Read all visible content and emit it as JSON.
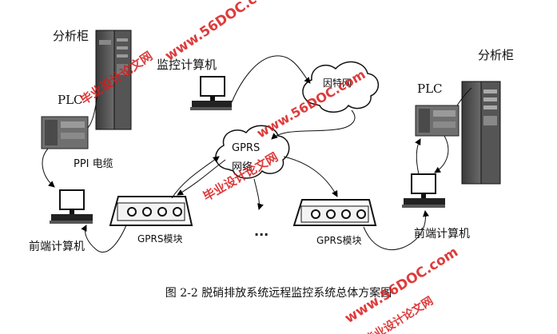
{
  "labels": {
    "cabinet_left": "分析柜",
    "cabinet_right": "分析柜",
    "monitor_pc": "监控计算机",
    "plc_left": "PLC",
    "plc_right": "PLC",
    "internet": "因特网",
    "gprs_net_line1": "GPRS",
    "gprs_net_line2": "网络",
    "ppi_cable": "PPI 电缆",
    "ellipsis": "···",
    "gprs_module_left": "GPRS模块",
    "gprs_module_right": "GPRS模块",
    "frontend_pc_left": "前端计算机",
    "frontend_pc_right": "前端计算机"
  },
  "caption": "图 2-2  脱硝排放系统远程监控系统总体方案图",
  "watermarks": {
    "url": "www.56DOC.com",
    "site": "毕业设计论文网"
  }
}
